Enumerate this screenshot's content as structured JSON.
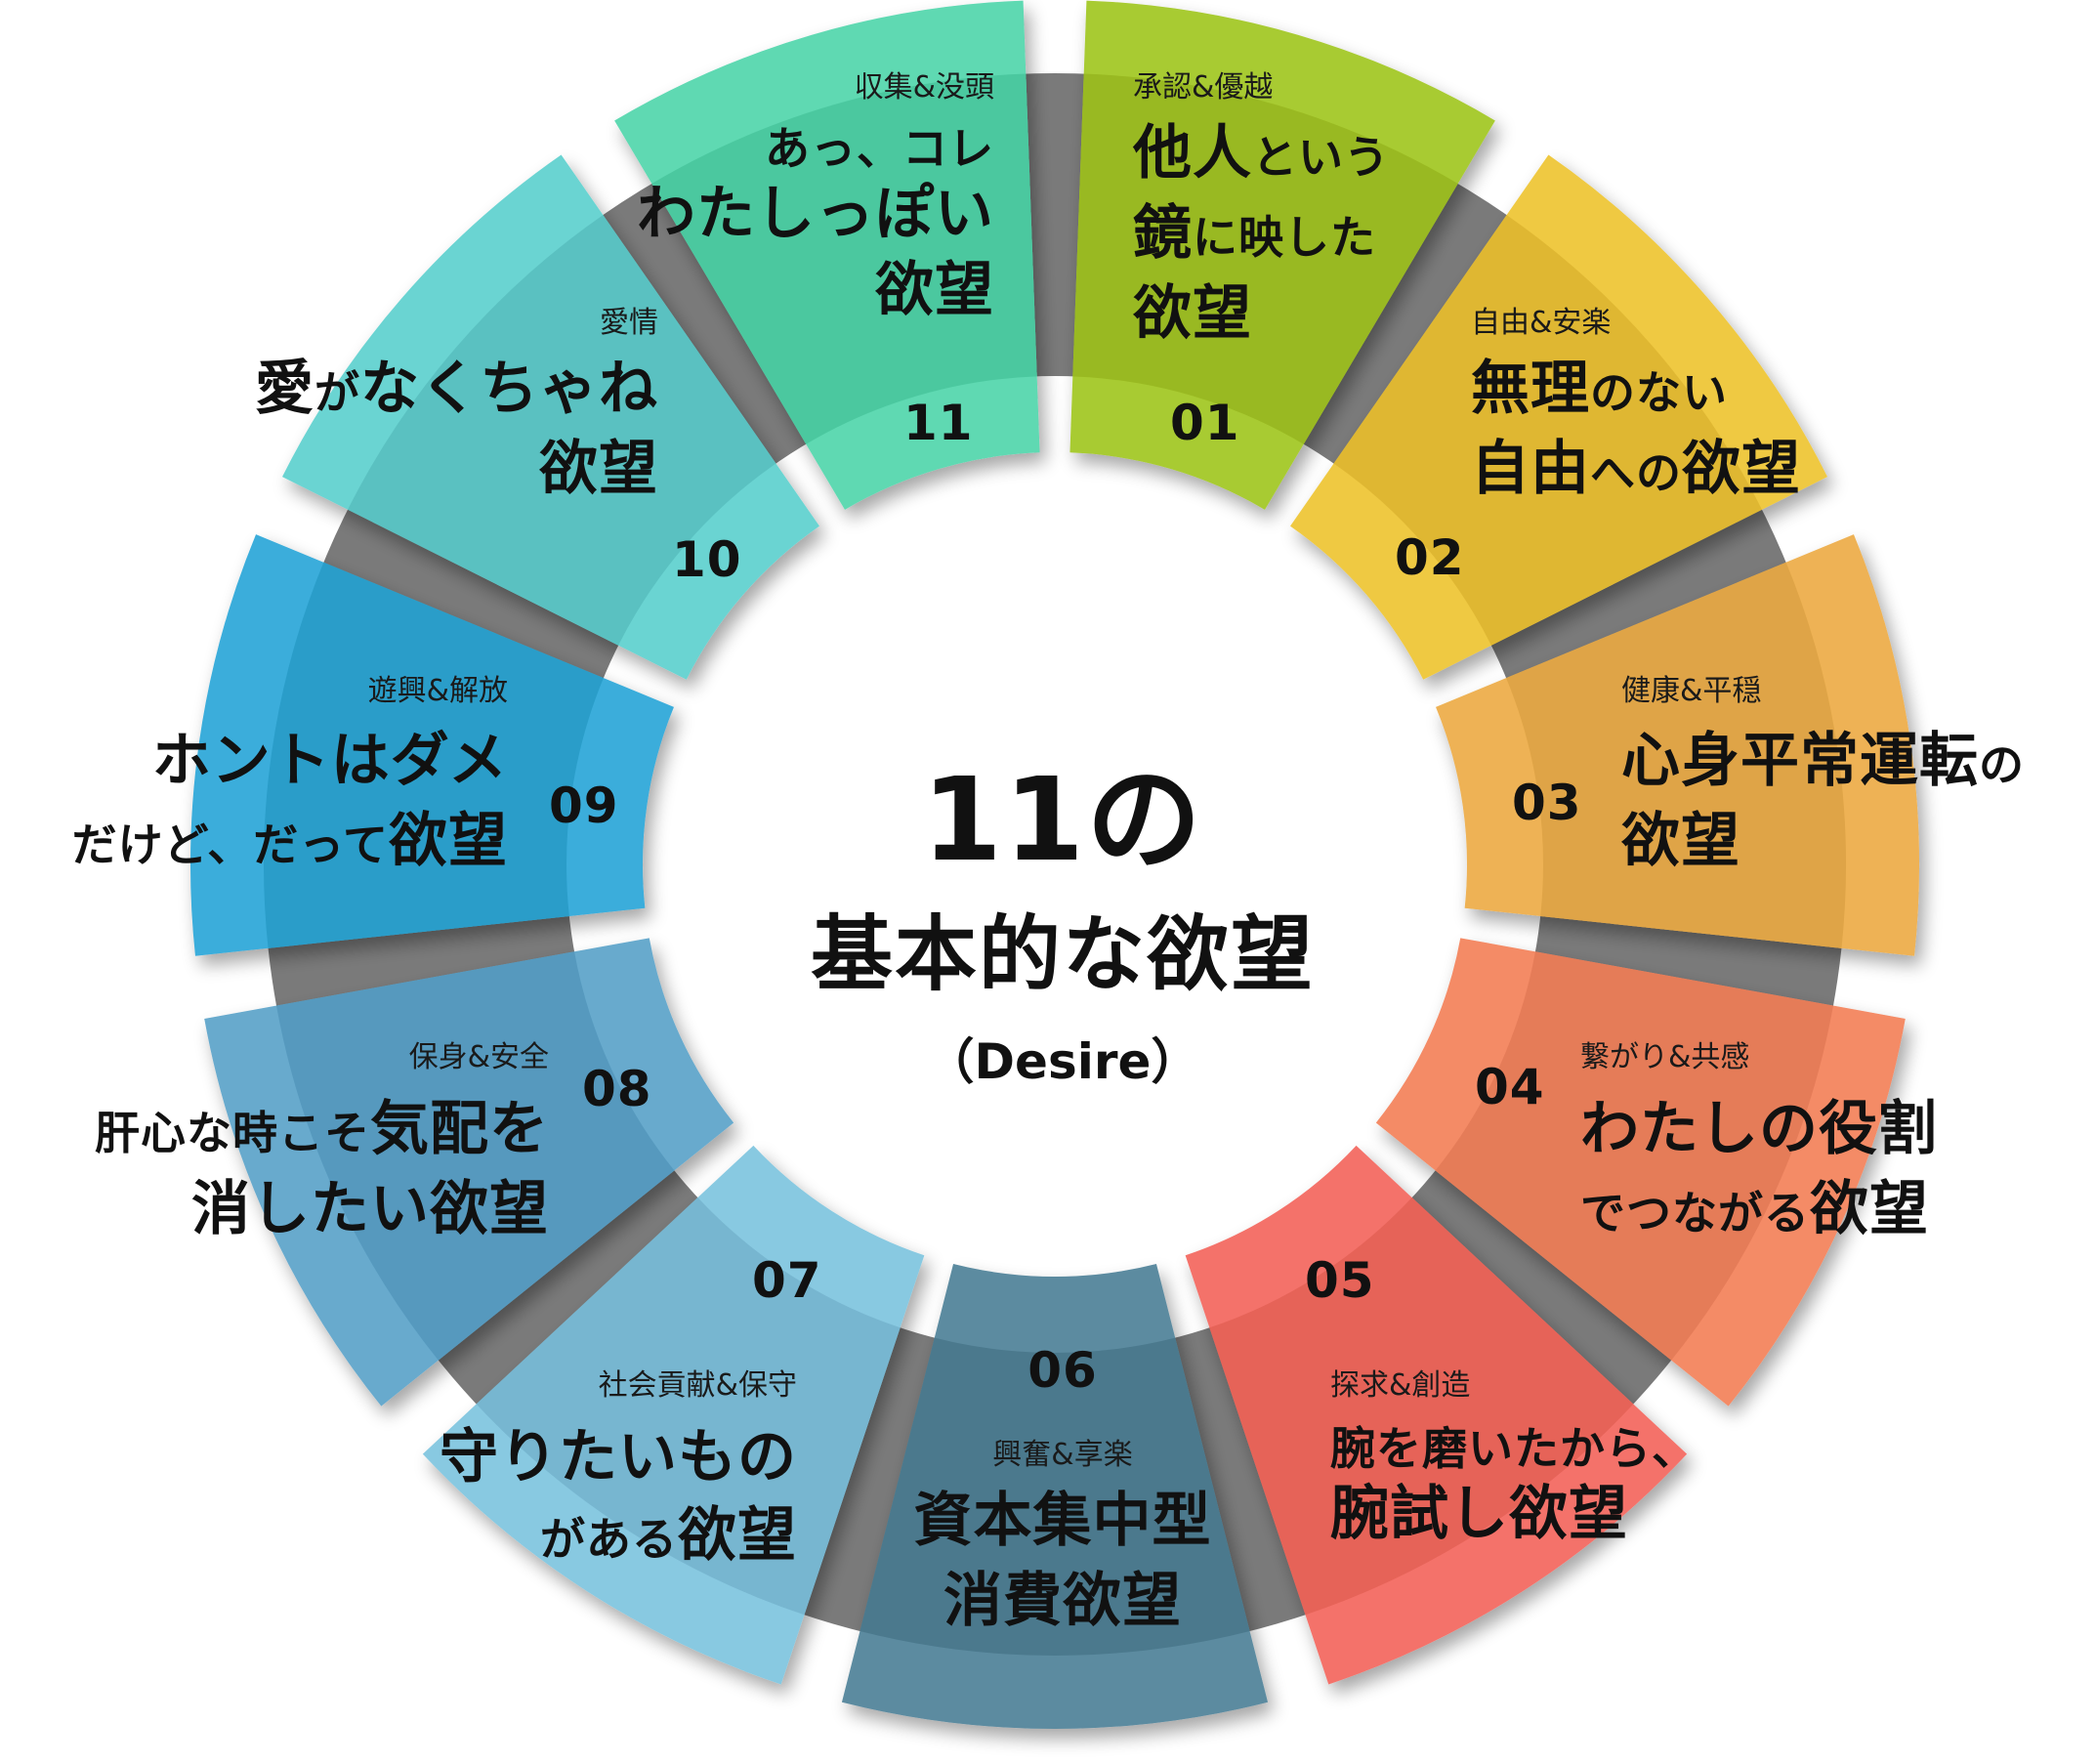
{
  "title": {
    "line1": "11の",
    "line2": "基本的な欲望",
    "line3": "（Desire）"
  },
  "segments": [
    {
      "num": "01",
      "category": "承認&優越",
      "lines": [
        [
          {
            "t": "他人",
            "b": true
          },
          {
            "t": "という",
            "b": false
          }
        ],
        [
          {
            "t": "鏡",
            "b": true
          },
          {
            "t": "に映した",
            "b": false
          }
        ],
        [
          {
            "t": "欲望",
            "b": true
          }
        ]
      ],
      "colors": {
        "outer": "#a8cb30",
        "mid": "#99b923"
      }
    },
    {
      "num": "02",
      "category": "自由&安楽",
      "lines": [
        [
          {
            "t": "無理",
            "b": true
          },
          {
            "t": "のない",
            "b": false
          }
        ],
        [
          {
            "t": "自由",
            "b": true
          },
          {
            "t": "への",
            "b": false
          },
          {
            "t": "欲望",
            "b": true
          }
        ]
      ],
      "colors": {
        "outer": "#efc942",
        "mid": "#dfb733"
      }
    },
    {
      "num": "03",
      "category": "健康&平穏",
      "lines": [
        [
          {
            "t": "心身平常運転",
            "b": true
          },
          {
            "t": "の",
            "b": false
          }
        ],
        [
          {
            "t": "欲望",
            "b": true
          }
        ]
      ],
      "colors": {
        "outer": "#eeb254",
        "mid": "#dfa446"
      }
    },
    {
      "num": "04",
      "category": "繋がり&共感",
      "lines": [
        [
          {
            "t": "わたしの役割",
            "b": true
          }
        ],
        [
          {
            "t": "でつながる",
            "b": false
          },
          {
            "t": "欲望",
            "b": true
          }
        ]
      ],
      "colors": {
        "outer": "#f48b66",
        "mid": "#e57c59"
      }
    },
    {
      "num": "05",
      "category": "探求&創造",
      "lines": [
        [
          {
            "t": "腕を磨いたから、",
            "b": false
          }
        ],
        [
          {
            "t": "腕試し欲望",
            "b": true
          }
        ]
      ],
      "colors": {
        "outer": "#f4726a",
        "mid": "#e66358"
      }
    },
    {
      "num": "06",
      "category": "興奮&享楽",
      "lines": [
        [
          {
            "t": "資本集中型",
            "b": true
          }
        ],
        [
          {
            "t": "消費欲望",
            "b": true
          }
        ]
      ],
      "colors": {
        "outer": "#5c8ba0",
        "mid": "#4b798d"
      }
    },
    {
      "num": "07",
      "category": "社会貢献&保守",
      "lines": [
        [
          {
            "t": "守りたいもの",
            "b": true
          }
        ],
        [
          {
            "t": "がある",
            "b": false
          },
          {
            "t": "欲望",
            "b": true
          }
        ]
      ],
      "colors": {
        "outer": "#88c9e1",
        "mid": "#77b6d0"
      }
    },
    {
      "num": "08",
      "category": "保身&安全",
      "lines": [
        [
          {
            "t": "肝心な時こそ",
            "b": false
          },
          {
            "t": "気配を",
            "b": true
          }
        ],
        [
          {
            "t": "消したい欲望",
            "b": true
          }
        ]
      ],
      "colors": {
        "outer": "#67aacd",
        "mid": "#5699be"
      }
    },
    {
      "num": "09",
      "category": "遊興&解放",
      "lines": [
        [
          {
            "t": "ホントはダメ",
            "b": true
          }
        ],
        [
          {
            "t": "だけど、だって",
            "b": false
          },
          {
            "t": "欲望",
            "b": true
          }
        ]
      ],
      "colors": {
        "outer": "#3aaddb",
        "mid": "#2a9dc9"
      }
    },
    {
      "num": "10",
      "category": "愛情",
      "lines": [
        [
          {
            "t": "愛",
            "b": true
          },
          {
            "t": "が",
            "b": false
          },
          {
            "t": "なくちゃね",
            "b": true
          }
        ],
        [
          {
            "t": "欲望",
            "b": true
          }
        ]
      ],
      "colors": {
        "outer": "#6bd4d2",
        "mid": "#5ac1c1"
      }
    },
    {
      "num": "11",
      "category": "収集&没頭",
      "lines": [
        [
          {
            "t": "あっ、コレ",
            "b": false
          }
        ],
        [
          {
            "t": "わたしっぽい",
            "b": true
          }
        ],
        [
          {
            "t": "欲望",
            "b": true
          }
        ]
      ],
      "colors": {
        "outer": "#5ed9b2",
        "mid": "#4cc89f"
      }
    }
  ],
  "gap_shadow_color": "#7a7a7a"
}
